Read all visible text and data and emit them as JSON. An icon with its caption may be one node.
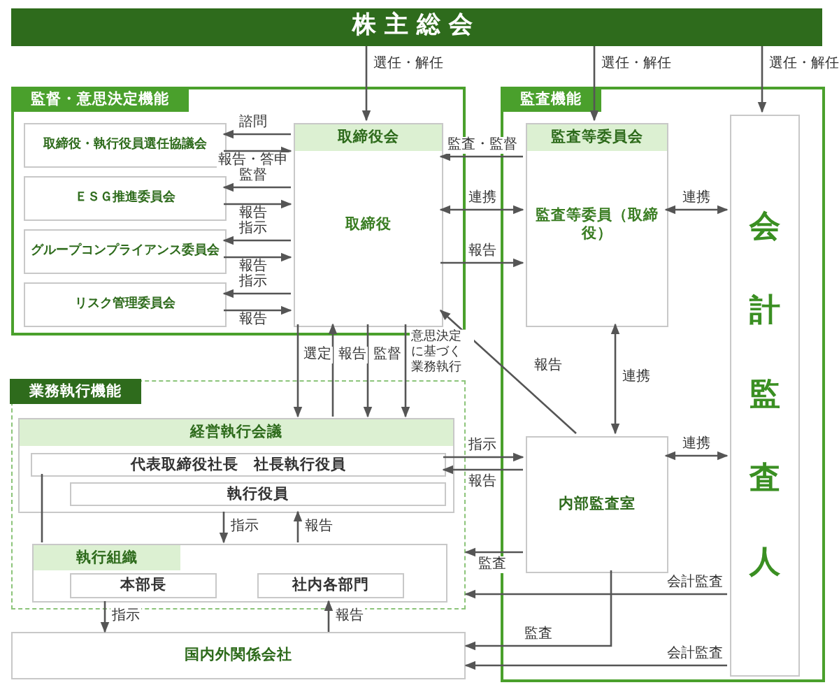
{
  "diagram": {
    "nodes": [
      {
        "text": [
          "株主総会"
        ]
      },
      {
        "text": [
          "監督・意思決定機能"
        ]
      },
      {
        "text": [
          "取締役・執行役員選任協議会"
        ],
        "in": 1
      },
      {
        "text": [
          "ＥＳＧ推進委員会"
        ],
        "in": 1
      },
      {
        "text": [
          "グループコンプライアンス委員会"
        ],
        "in": 1
      },
      {
        "text": [
          "リスク管理委員会"
        ],
        "in": 1
      },
      {
        "text": [
          "取締役会",
          "取締役"
        ],
        "in": 1
      },
      {
        "text": [
          "監査機能"
        ]
      },
      {
        "text": [
          "監査等委員会",
          "監査等委員（取締役）"
        ],
        "in": 7
      },
      {
        "text": [
          "会計監査人"
        ],
        "in": 7
      },
      {
        "text": [
          "内部監査室"
        ],
        "in": 7
      },
      {
        "text": [
          "業務執行機能"
        ]
      },
      {
        "text": [
          "経営執行会議"
        ],
        "in": 11
      },
      {
        "text": [
          "代表取締役社長　社長執行役員"
        ],
        "in": 12
      },
      {
        "text": [
          "執行役員"
        ],
        "in": 12
      },
      {
        "text": [
          "執行組織"
        ],
        "in": 11
      },
      {
        "text": [
          "本部長"
        ],
        "in": 15
      },
      {
        "text": [
          "社内各部門"
        ],
        "in": 15
      },
      {
        "text": [
          "国内外関係会社"
        ]
      }
    ],
    "edges": [
      {
        "from": 0,
        "to": 6,
        "arrow": "to",
        "label": "選任・解任"
      },
      {
        "from": 0,
        "to": 8,
        "arrow": "to",
        "label": "選任・解任"
      },
      {
        "from": 0,
        "to": 9,
        "arrow": "to",
        "label": "選任・解任"
      },
      {
        "from": 6,
        "to": 2,
        "arrow": "to",
        "label": "諮問"
      },
      {
        "from": 2,
        "to": 6,
        "arrow": "to",
        "label": "報告・答申"
      },
      {
        "from": 6,
        "to": 3,
        "arrow": "to",
        "label": "監督"
      },
      {
        "from": 3,
        "to": 6,
        "arrow": "to",
        "label": "報告"
      },
      {
        "from": 6,
        "to": 4,
        "arrow": "to",
        "label": "指示"
      },
      {
        "from": 4,
        "to": 6,
        "arrow": "to",
        "label": "報告"
      },
      {
        "from": 6,
        "to": 5,
        "arrow": "to",
        "label": "指示"
      },
      {
        "from": 5,
        "to": 6,
        "arrow": "to",
        "label": "報告"
      },
      {
        "from": 8,
        "to": 6,
        "arrow": "to",
        "label": "監査・監督"
      },
      {
        "from": 6,
        "to": 8,
        "arrow": "both",
        "label": "連携"
      },
      {
        "from": 6,
        "to": 8,
        "arrow": "to",
        "label": "報告"
      },
      {
        "from": 8,
        "to": 9,
        "arrow": "both",
        "label": "連携"
      },
      {
        "from": 10,
        "to": 6,
        "arrow": "to",
        "label": "報告"
      },
      {
        "from": 10,
        "to": 8,
        "arrow": "both",
        "label": "連携"
      },
      {
        "from": 10,
        "to": 9,
        "arrow": "both",
        "label": "連携"
      },
      {
        "from": 6,
        "to": 12,
        "arrow": "to",
        "label": "選定"
      },
      {
        "from": 12,
        "to": 6,
        "arrow": "to",
        "label": "報告"
      },
      {
        "from": 6,
        "to": 12,
        "arrow": "to",
        "label": "監督"
      },
      {
        "from": 6,
        "to": 12,
        "arrow": "to",
        "label": "意思決定に基づく業務執行"
      },
      {
        "from": 13,
        "to": 10,
        "arrow": "to",
        "label": "指示"
      },
      {
        "from": 10,
        "to": 13,
        "arrow": "to",
        "label": "報告"
      },
      {
        "from": 12,
        "to": 15,
        "arrow": "to",
        "label": "指示"
      },
      {
        "from": 15,
        "to": 12,
        "arrow": "to",
        "label": "報告"
      },
      {
        "from": 13,
        "to": 15,
        "arrow": "none"
      },
      {
        "from": 10,
        "to": 11,
        "arrow": "to",
        "label": "監査"
      },
      {
        "from": 9,
        "to": 11,
        "arrow": "to",
        "label": "会計監査"
      },
      {
        "from": 15,
        "to": 18,
        "arrow": "to",
        "label": "指示"
      },
      {
        "from": 18,
        "to": 15,
        "arrow": "to",
        "label": "報告"
      },
      {
        "from": 10,
        "to": 18,
        "arrow": "to",
        "label": "監査"
      },
      {
        "from": 9,
        "to": 18,
        "arrow": "to",
        "label": "会計監査"
      }
    ]
  }
}
